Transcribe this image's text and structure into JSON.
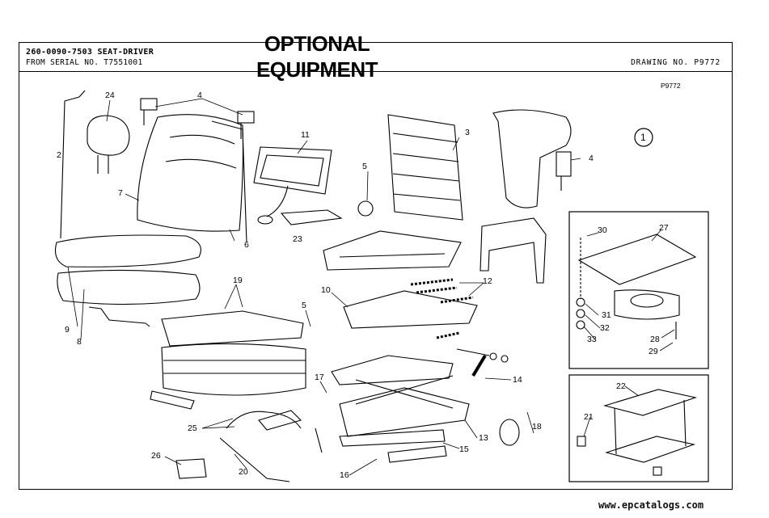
{
  "header": {
    "title": "260-0090-7503 SEAT-DRIVER",
    "serial": "FROM SERIAL NO. T7551001",
    "drawing": "DRAWING NO. P9772"
  },
  "banner": {
    "line1": "OPTIONAL",
    "line2": "EQUIPMENT"
  },
  "drawing_code": "P9772",
  "circle_number": "1",
  "callouts": {
    "c1": "1",
    "c2": "2",
    "c3": "3",
    "c4a": "4",
    "c4b": "4",
    "c5a": "5",
    "c5b": "5",
    "c6": "6",
    "c7": "7",
    "c8": "8",
    "c9": "9",
    "c10": "10",
    "c11": "11",
    "c12": "12",
    "c13": "13",
    "c14": "14",
    "c15": "15",
    "c16": "16",
    "c17": "17",
    "c18": "18",
    "c19": "19",
    "c20": "20",
    "c21": "21",
    "c22": "22",
    "c23": "23",
    "c24": "24",
    "c25": "25",
    "c26": "26",
    "c27": "27",
    "c28": "28",
    "c29": "29",
    "c30": "30",
    "c31": "31",
    "c32": "32",
    "c33": "33"
  },
  "watermark": "www.epcatalogs.com"
}
